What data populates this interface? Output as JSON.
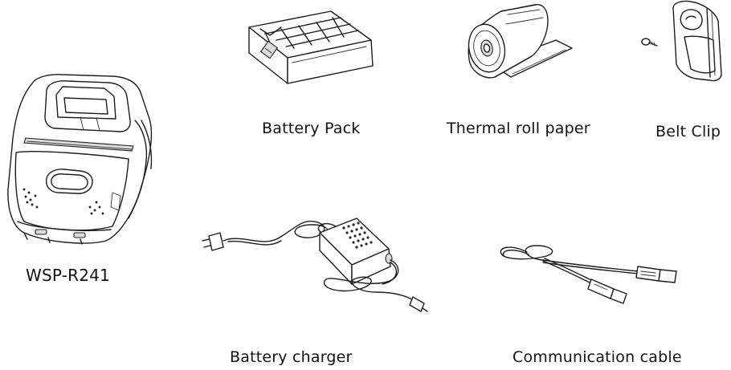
{
  "items": {
    "printer": {
      "label": "WSP-R241",
      "icon": "printer-icon"
    },
    "battery_pack": {
      "label": "Battery Pack",
      "icon": "battery-pack-icon"
    },
    "paper_roll": {
      "label": "Thermal roll paper",
      "icon": "paper-roll-icon"
    },
    "belt_clip": {
      "label": "Belt Clip",
      "icon": "belt-clip-icon"
    },
    "battery_charger": {
      "label": "Battery charger",
      "icon": "battery-charger-icon"
    },
    "comm_cable": {
      "label": "Communication cable",
      "icon": "usb-cable-icon"
    }
  }
}
